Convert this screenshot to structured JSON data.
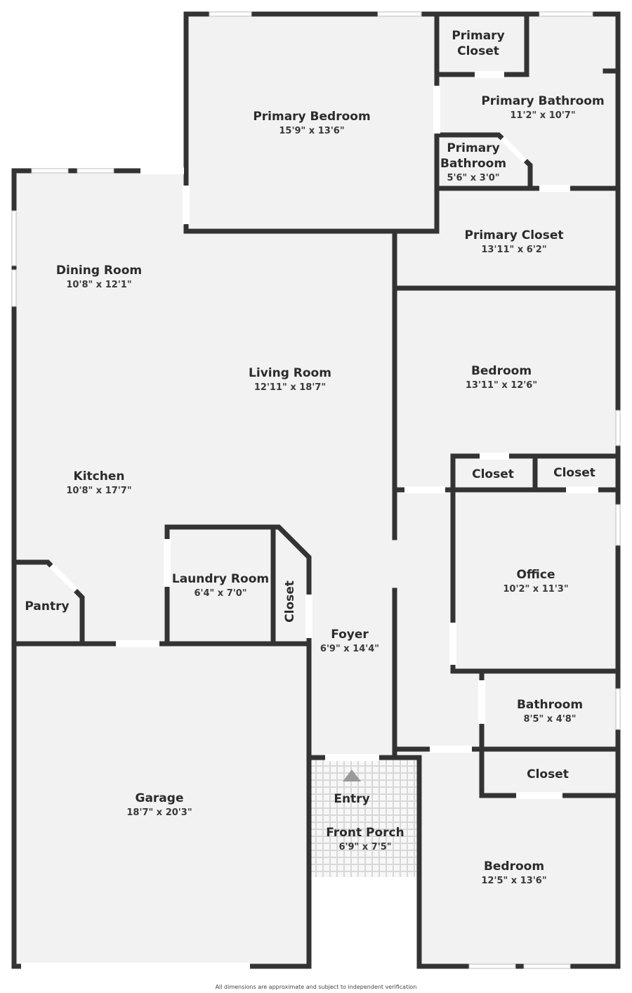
{
  "rooms": {
    "primary_bedroom": {
      "name": "Primary Bedroom",
      "dim": "15'9\" x 13'6\""
    },
    "primary_closet_top": {
      "name1": "Primary",
      "name2": "Closet"
    },
    "primary_bathroom": {
      "name": "Primary Bathroom",
      "dim": "11'2\" x 10'7\""
    },
    "primary_bathroom_small": {
      "name1": "Primary",
      "name2": "Bathroom",
      "dim": "5'6\" x 3'0\""
    },
    "primary_closet": {
      "name": "Primary Closet",
      "dim": "13'11\" x 6'2\""
    },
    "dining_room": {
      "name": "Dining Room",
      "dim": "10'8\" x 12'1\""
    },
    "living_room": {
      "name": "Living Room",
      "dim": "12'11\" x 18'7\""
    },
    "bedroom_mid": {
      "name": "Bedroom",
      "dim": "13'11\" x 12'6\""
    },
    "kitchen": {
      "name": "Kitchen",
      "dim": "10'8\" x 17'7\""
    },
    "closet_a": {
      "name": "Closet"
    },
    "closet_b": {
      "name": "Closet"
    },
    "office": {
      "name": "Office",
      "dim": "10'2\" x 11'3\""
    },
    "laundry_room": {
      "name": "Laundry Room",
      "dim": "6'4\" x 7'0\""
    },
    "closet_laundry": {
      "name": "Closet"
    },
    "pantry": {
      "name": "Pantry"
    },
    "foyer": {
      "name": "Foyer",
      "dim": "6'9\" x 14'4\""
    },
    "bathroom": {
      "name": "Bathroom",
      "dim": "8'5\" x 4'8\""
    },
    "closet_c": {
      "name": "Closet"
    },
    "garage": {
      "name": "Garage",
      "dim": "18'7\" x 20'3\""
    },
    "entry": {
      "name": "Entry"
    },
    "front_porch": {
      "name": "Front Porch",
      "dim": "6'9\" x 7'5\""
    },
    "bedroom_bottom": {
      "name": "Bedroom",
      "dim": "12'5\" x 13'6\""
    }
  },
  "disclaimer": "All dimensions are approximate and subject to independent verification"
}
